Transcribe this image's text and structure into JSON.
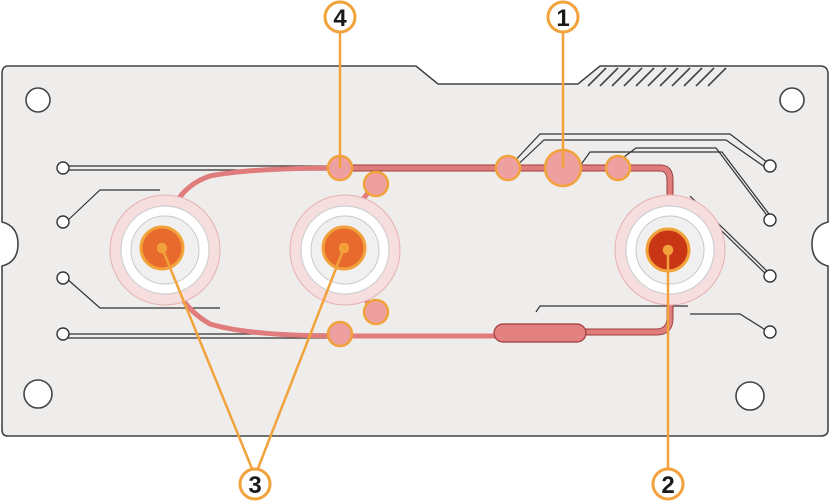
{
  "callouts": [
    {
      "id": "1",
      "label": "1",
      "target": "central-chamber"
    },
    {
      "id": "2",
      "label": "2",
      "target": "right-reservoir"
    },
    {
      "id": "3",
      "label": "3",
      "target": "left-and-middle-reservoirs"
    },
    {
      "id": "4",
      "label": "4",
      "target": "channel-junctions"
    }
  ],
  "colors": {
    "chip_fill": "#efedec",
    "chip_stroke": "#444444",
    "channel": "#e07c7c",
    "channel_stroke": "#b04a4a",
    "highlight": "#f2a23a",
    "reservoir_fill": "#e86a2c",
    "reservoir_dark": "#c93616",
    "ring": "#f6d8d8"
  }
}
